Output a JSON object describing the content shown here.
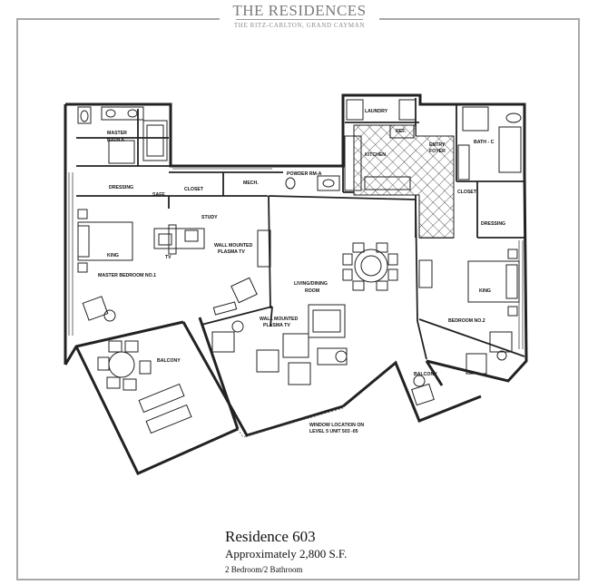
{
  "header": {
    "title": "THE RESIDENCES",
    "subtitle": "THE RITZ-CARLTON, GRAND CAYMAN"
  },
  "plan": {
    "rooms": {
      "master_bath_a": [
        "MASTER",
        "BATH A"
      ],
      "dressing_left": "DRESSING",
      "safe": "SAFE",
      "closet_left": "CLOSET",
      "mech": "MECH.",
      "powder_rm": "POWDER RM-A",
      "study": "STUDY",
      "tv_study": "TV",
      "wall_plasma_study": [
        "WALL MOUNTED",
        "PLASMA TV"
      ],
      "king_left": "KING",
      "master_bedroom": "MASTER BEDROOM NO.1",
      "balcony_left": "BALCONY",
      "living_dining": [
        "LIVING/DINING",
        "ROOM"
      ],
      "wall_plasma_living": [
        "WALL MOUNTED",
        "PLASMA TV"
      ],
      "laundry": "LAUNDRY",
      "ref": "REF.",
      "kitchen": "KITCHEN",
      "entry_foyer": [
        "ENTRY",
        "FOYER"
      ],
      "bath_c": "BATH - C",
      "closet_right": "CLOSET",
      "dressing_right": "DRESSING",
      "king_right": "KING",
      "bedroom_2": "BEDROOM NO.2",
      "balcony_right": "BALCONY",
      "window_note": [
        "WINDOW LOCATION ON",
        "LEVEL 5 UNIT 503 -05"
      ]
    }
  },
  "footer": {
    "residence": "Residence 603",
    "area": "Approximately 2,800 S.F.",
    "bedrooms": "2 Bedroom/2 Bathroom"
  }
}
